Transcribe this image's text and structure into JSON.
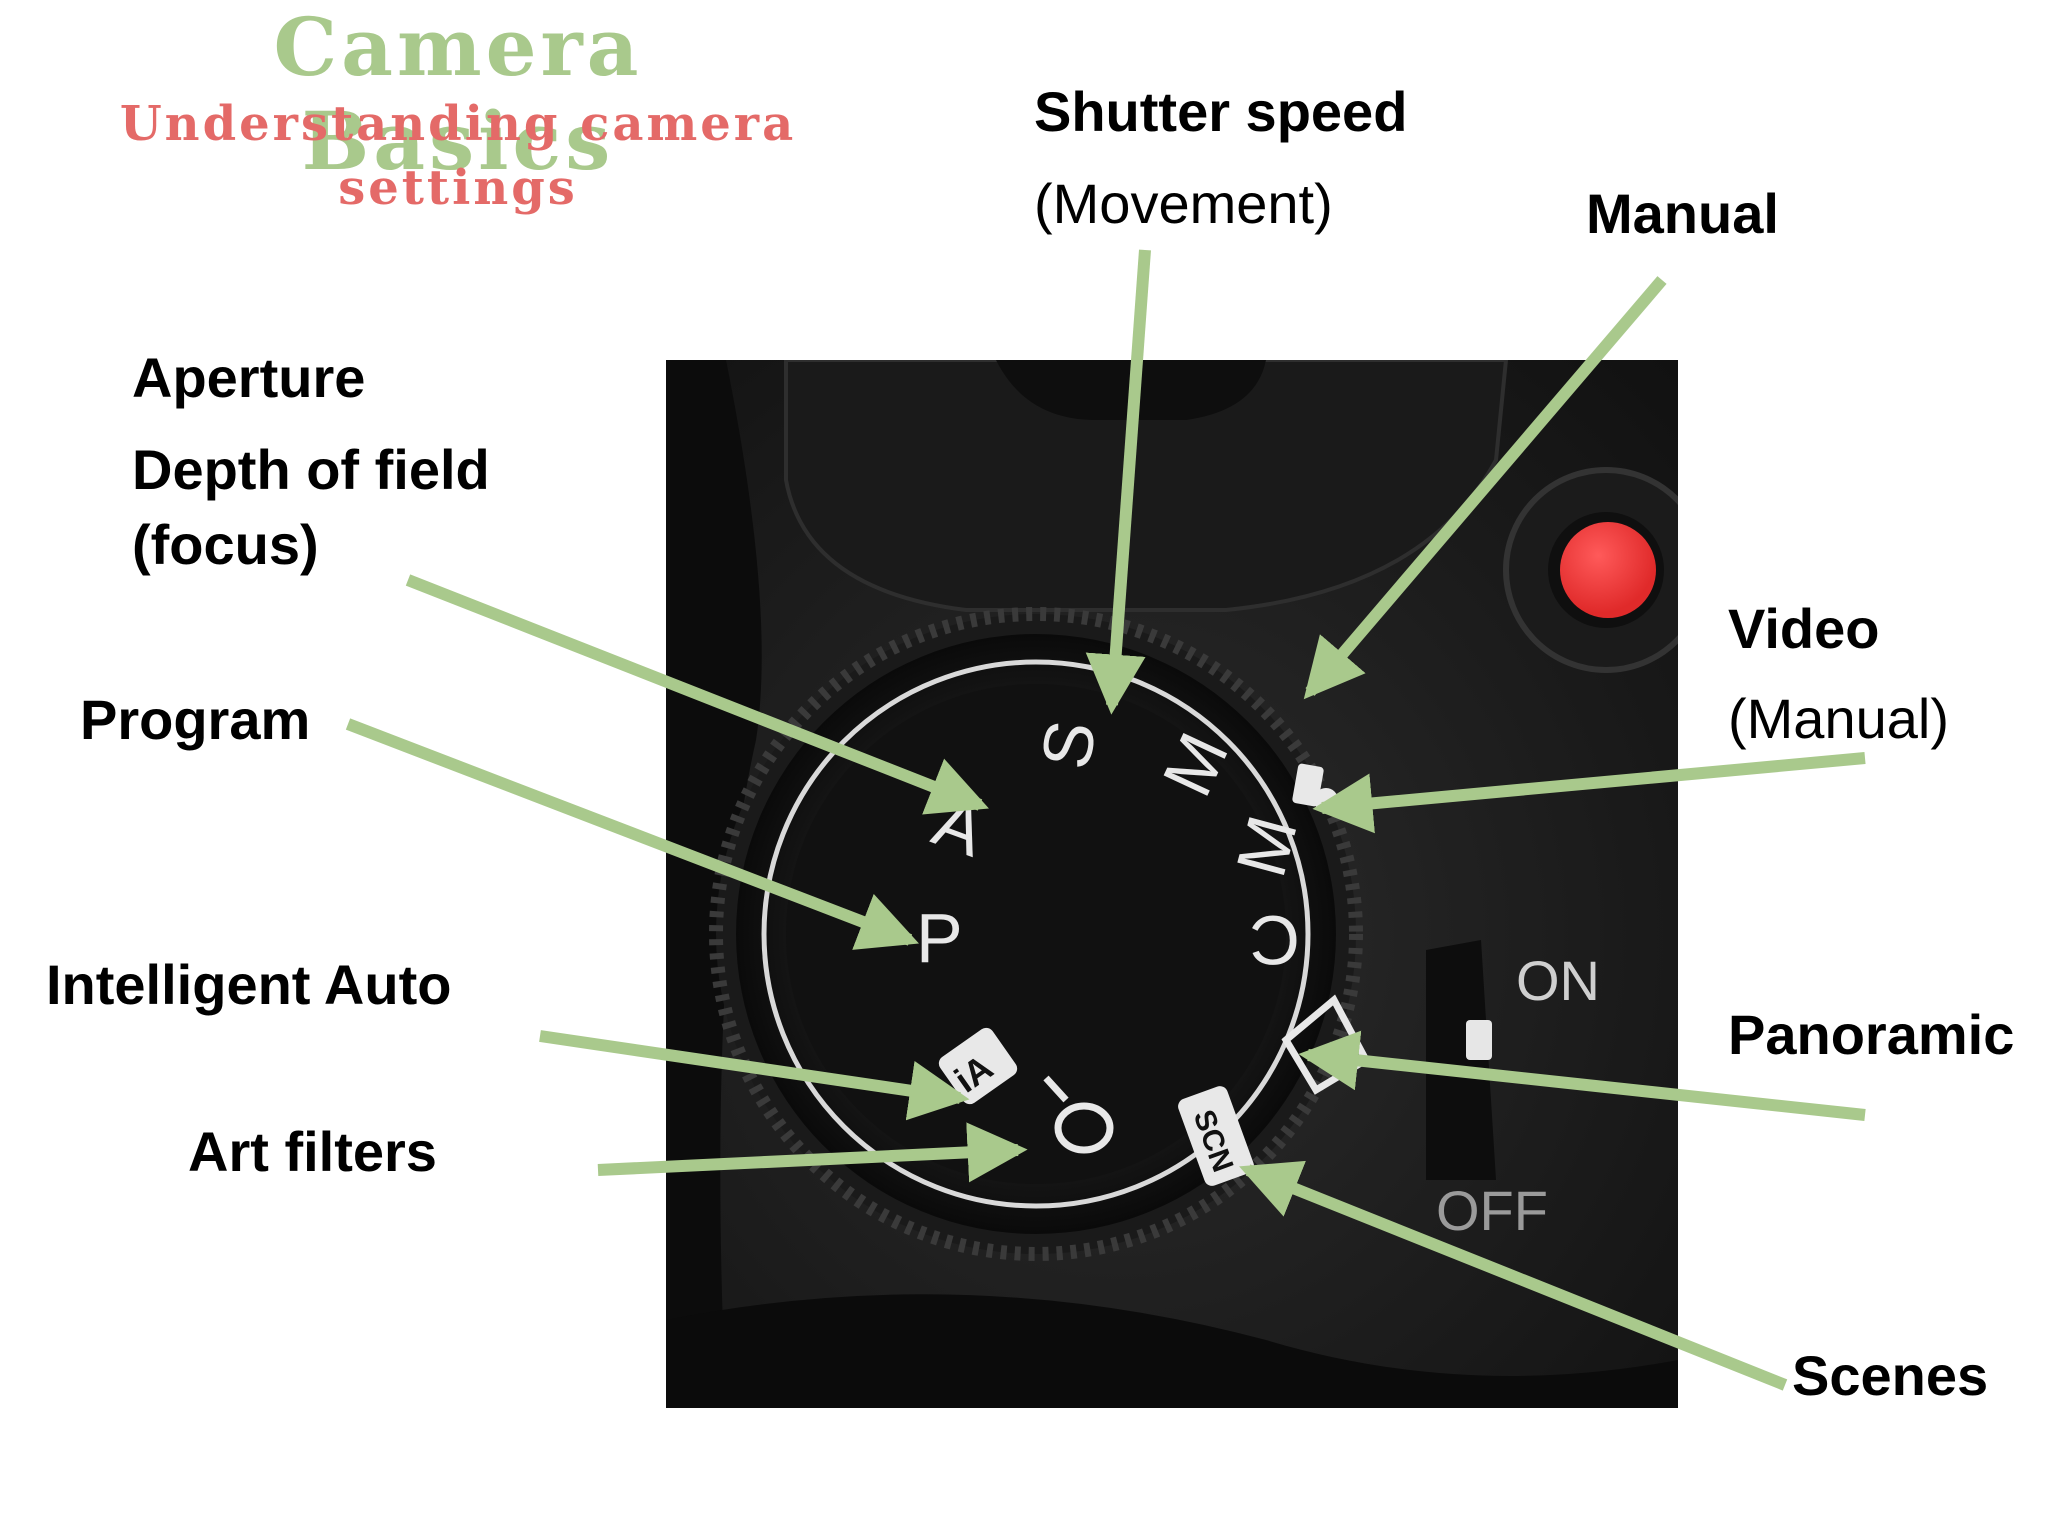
{
  "title": "Camera Basics",
  "subtitle": "Understanding camera settings",
  "labels": {
    "shutter_title": "Shutter speed",
    "shutter_sub": "(Movement)",
    "manual": "Manual",
    "aperture": "Aperture",
    "dof_line1": "Depth of field",
    "dof_line2": "(focus)",
    "program": "Program",
    "video_title": "Video",
    "video_sub": "(Manual)",
    "intelligent_auto": "Intelligent Auto",
    "panoramic": "Panoramic",
    "art_filters": "Art filters",
    "scenes": "Scenes"
  },
  "dial": {
    "modes": [
      "S",
      "M",
      "A",
      "P",
      "M",
      "C",
      "iA",
      "SCN"
    ],
    "switch_on": "ON",
    "switch_off": "OFF"
  },
  "colors": {
    "title": "#a9c98c",
    "subtitle": "#e46a68",
    "arrow": "#a9c98c",
    "record_button": "#f03b3b"
  },
  "icons": [
    "video-camera-icon",
    "palette-icon",
    "panorama-icon"
  ]
}
